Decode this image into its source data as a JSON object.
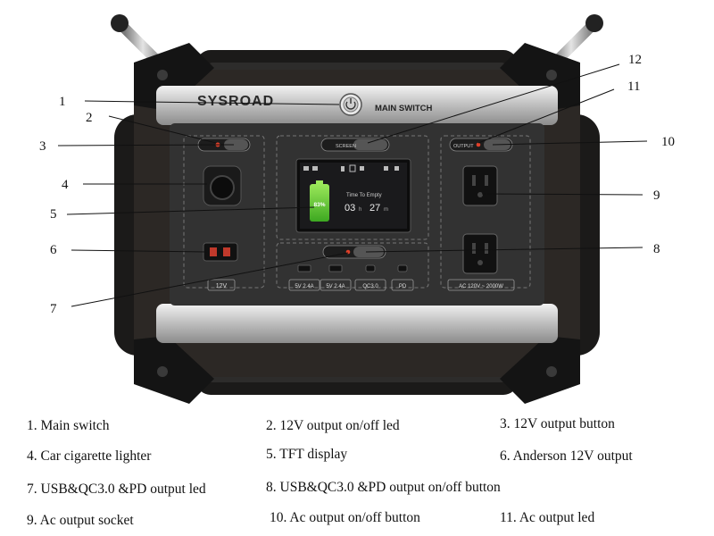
{
  "device": {
    "brand": "SYSROAD",
    "main_switch_label": "MAIN SWITCH",
    "screen_label": "SCREEN",
    "output_label": "OUTPUT",
    "dc_port_label": "12V",
    "usb1_label": "5V 2.4A",
    "usb2_label": "5V 2.4A",
    "qc_label": "QC3.0",
    "pd_label": "PD",
    "ac_label": "AC 120V ~ 2000W",
    "display": {
      "battery_percent": "83%",
      "time_label": "Time To Empty",
      "hours": "03",
      "hours_unit": "h",
      "minutes": "27",
      "minutes_unit": "m"
    },
    "colors": {
      "body": "#2c2825",
      "bumper": "#1b1a19",
      "panel": "#323232",
      "led": "#e0402a",
      "battery": "#6fd23a"
    }
  },
  "callouts": [
    "1",
    "2",
    "3",
    "4",
    "5",
    "6",
    "7",
    "8",
    "9",
    "10",
    "11",
    "12"
  ],
  "legend": [
    "1. Main switch",
    "2. 12V output on/off    led",
    "3. 12V output button",
    "4. Car cigarette lighter",
    "5. TFT display",
    "6. Anderson 12V output",
    "7. USB&QC3.0 &PD output led",
    "8. USB&QC3.0 &PD output  on/off  button",
    "9.    Ac output socket",
    "10.    Ac output on/off button",
    "11.    Ac output led"
  ]
}
